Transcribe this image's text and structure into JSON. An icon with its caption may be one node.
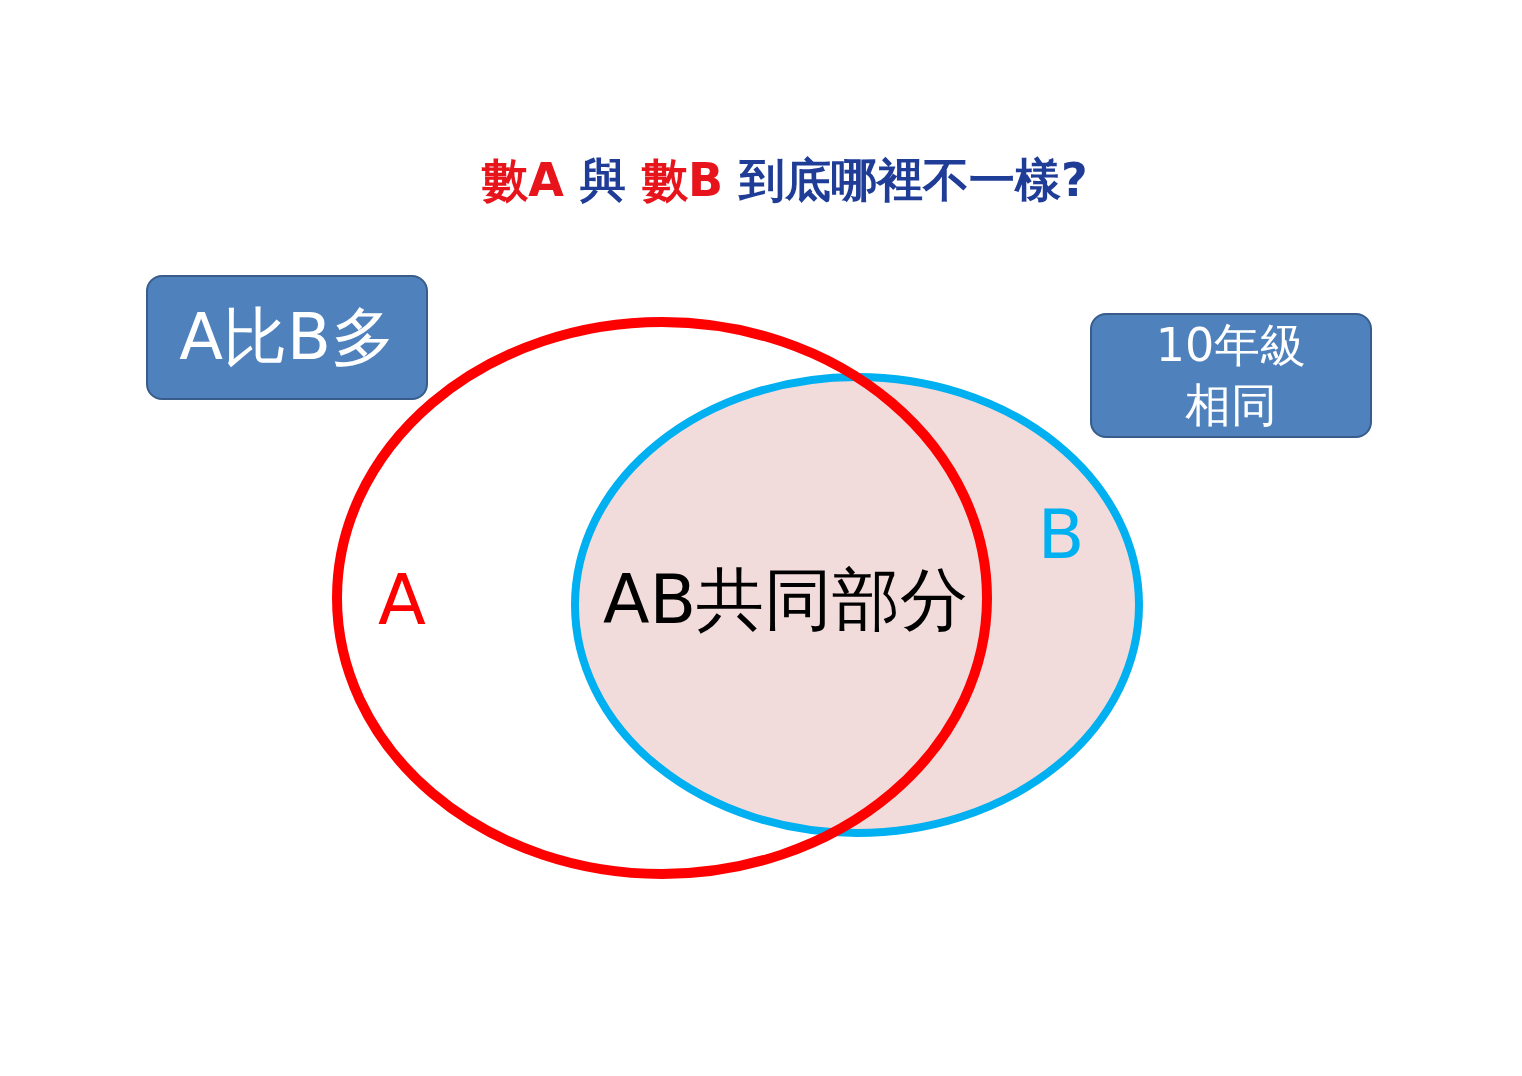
{
  "diagram": {
    "title": "**數A** 與 **數B** 到底哪裡不一樣?",
    "nodes": [
      {
        "text": [
          "A比B多"
        ]
      },
      {
        "text": [
          "A"
        ]
      },
      {
        "text": [
          "B"
        ]
      },
      {
        "text": [
          "10年級相同"
        ]
      }
    ],
    "labels": [
      "AB共同部分"
    ]
  }
}
